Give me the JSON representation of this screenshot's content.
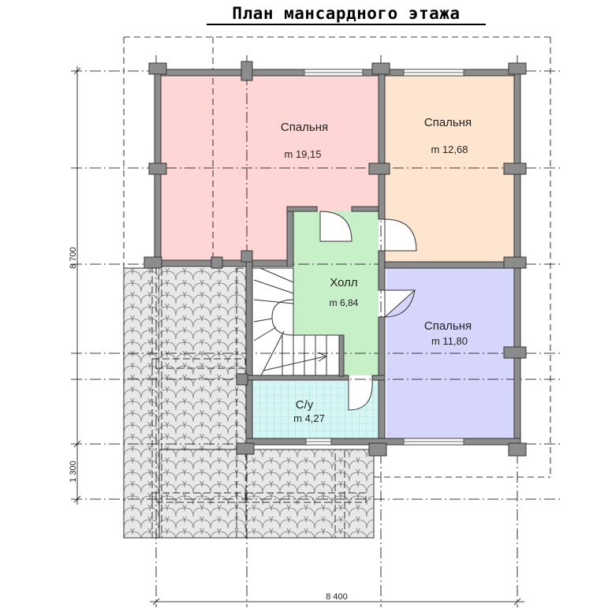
{
  "title": "План мансардного этажа",
  "rooms": [
    {
      "id": "bedroom-1",
      "name": "Спальня",
      "area": "m 19,15",
      "color": "#ffd6d6"
    },
    {
      "id": "bedroom-2",
      "name": "Спальня",
      "area": "m 12,68",
      "color": "#fde5cf"
    },
    {
      "id": "hall",
      "name": "Холл",
      "area": "m 6,84",
      "color": "#c8f0c8"
    },
    {
      "id": "bedroom-3",
      "name": "Спальня",
      "area": "m 11,80",
      "color": "#d6d6fd"
    },
    {
      "id": "bathroom",
      "name": "С/у",
      "area": "m 4,27",
      "color": "#d6f6f6"
    }
  ],
  "dimensions": {
    "width": "8 400",
    "height": "8 700",
    "porch": "1 300"
  },
  "colors": {
    "wall": "#8c8c8c",
    "wall_stroke": "#333333",
    "roof_tiles": "#e6e6e6",
    "line": "#000000"
  }
}
